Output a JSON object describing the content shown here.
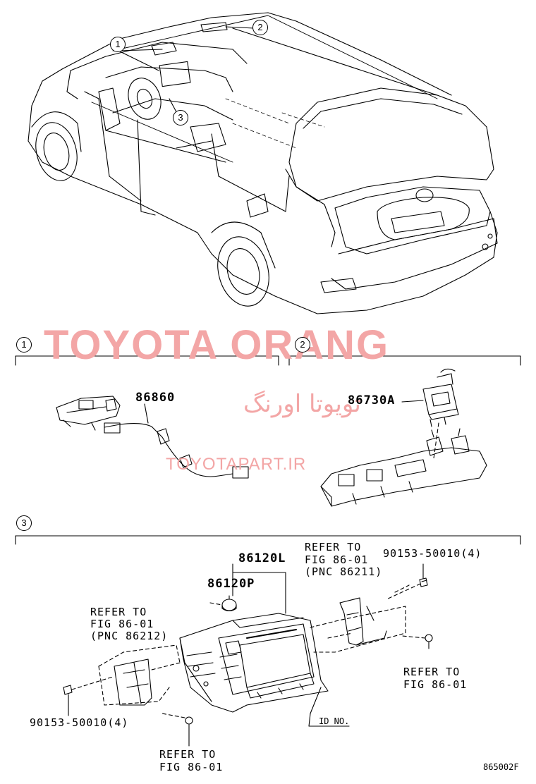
{
  "watermark": {
    "title": "TOYOTA ORANG",
    "farsi": "تویوتا اورنگ",
    "url": "TOYOTAPART.IR",
    "color": "#f3a6a6"
  },
  "markers": {
    "m1": "1",
    "m2": "2",
    "m3": "3"
  },
  "section1": {
    "number": "1",
    "parts": [
      "86860"
    ]
  },
  "section2": {
    "number": "2",
    "parts": [
      "86730A"
    ]
  },
  "section3": {
    "number": "3",
    "part_unit": "86120L",
    "part_knob": "86120P",
    "refer_right_top": [
      "REFER TO",
      "FIG 86-01",
      "(PNC 86211)"
    ],
    "bolt_right": "90153-50010(4)",
    "refer_right_bottom": [
      "REFER TO",
      "FIG 86-01"
    ],
    "refer_left_top": [
      "REFER TO",
      "FIG 86-01",
      "(PNC 86212)"
    ],
    "bolt_left": "90153-50010(4)",
    "refer_bottom": [
      "REFER TO",
      "FIG 86-01"
    ],
    "id_label": "ID NO."
  },
  "figure_code": "865002F"
}
